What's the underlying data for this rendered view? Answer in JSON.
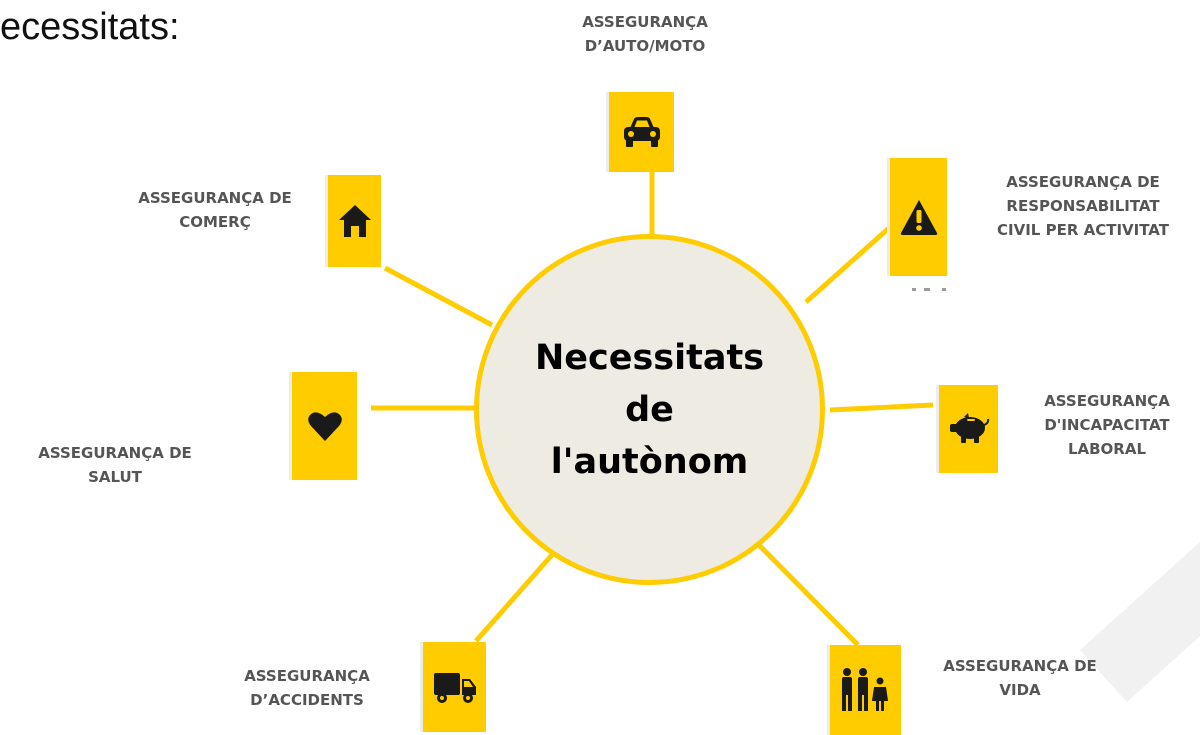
{
  "page": {
    "heading": "ecessitats:"
  },
  "hub": {
    "lines": [
      "Necessitats",
      "de",
      "l'autònom"
    ]
  },
  "colors": {
    "accent": "#ffcc00",
    "hub_fill": "#eeebe3",
    "label_text": "#555555"
  },
  "nodes": {
    "auto": {
      "icon": "car-icon",
      "lines": [
        "ASSEGURANÇA",
        "D’AUTO/MOTO"
      ]
    },
    "responsabilitat": {
      "icon": "warning-icon",
      "lines": [
        "ASSEGURANÇA DE",
        "RESPONSABILITAT",
        "CIVIL PER ACTIVITAT"
      ]
    },
    "incapacitat": {
      "icon": "piggy-bank-icon",
      "lines": [
        "ASSEGURANÇA",
        "D'INCAPACITAT",
        "LABORAL"
      ]
    },
    "vida": {
      "icon": "family-icon",
      "lines": [
        "ASSEGURANÇA DE",
        "VIDA"
      ]
    },
    "accidents": {
      "icon": "truck-icon",
      "lines": [
        "ASSEGURANÇA",
        "D’ACCIDENTS"
      ]
    },
    "salut": {
      "icon": "heart-icon",
      "lines": [
        "ASSEGURANÇA DE",
        "SALUT"
      ]
    },
    "comerc": {
      "icon": "home-icon",
      "lines": [
        "ASSEGURANÇA DE",
        "COMERÇ"
      ]
    }
  }
}
